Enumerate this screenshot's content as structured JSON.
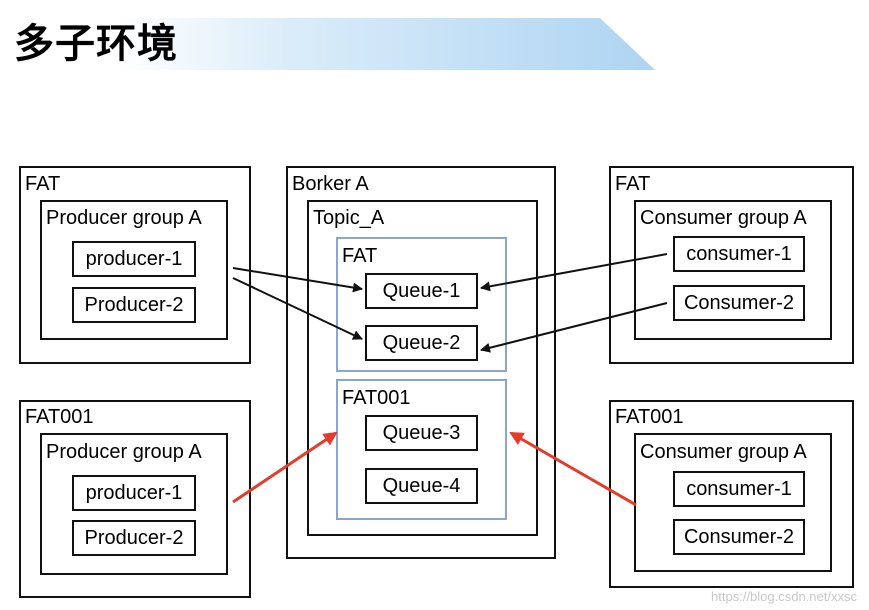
{
  "header": {
    "title": "多子环境"
  },
  "watermark": "https://blog.csdn.net/xxsc",
  "producer_env_1": {
    "label": "FAT",
    "group_label": "Producer group A",
    "items": [
      "producer-1",
      "Producer-2"
    ]
  },
  "producer_env_2": {
    "label": "FAT001",
    "group_label": "Producer group A",
    "items": [
      "producer-1",
      "Producer-2"
    ]
  },
  "broker": {
    "label": "Borker A",
    "topic_label": "Topic_A",
    "segment_1": {
      "label": "FAT",
      "queues": [
        "Queue-1",
        "Queue-2"
      ]
    },
    "segment_2": {
      "label": "FAT001",
      "queues": [
        "Queue-3",
        "Queue-4"
      ]
    }
  },
  "consumer_env_1": {
    "label": "FAT",
    "group_label": "Consumer group A",
    "items": [
      "consumer-1",
      "Consumer-2"
    ]
  },
  "consumer_env_2": {
    "label": "FAT001",
    "group_label": "Consumer group A",
    "items": [
      "consumer-1",
      "Consumer-2"
    ]
  },
  "colors": {
    "normal_arrow": "#111111",
    "highlight_arrow": "#e53b2a",
    "segment_border": "#8aa6cf"
  }
}
